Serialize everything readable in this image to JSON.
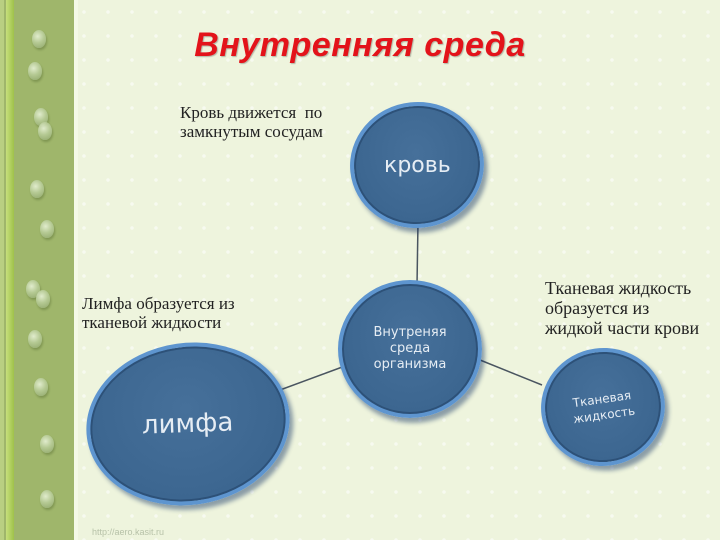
{
  "slide": {
    "title": "Внутренняя среда",
    "footer_url": "http://aero.kasit.ru",
    "colors": {
      "title": "#e3131a",
      "node_fill": "#3c6690",
      "node_border": "#5e95cf",
      "background": "#eef4dd",
      "sidebar": "#9fb66b"
    }
  },
  "diagram": {
    "center": {
      "label": "Внутреняя\nсреда\nорганизма",
      "line1": "Внутреняя",
      "line2": "среда",
      "line3": "организма"
    },
    "nodes": {
      "blood": {
        "label": "кровь"
      },
      "lymph": {
        "label": "лимфа"
      },
      "tissue": {
        "line1": "Тканевая",
        "line2": "жидкость"
      }
    },
    "notes": {
      "blood": {
        "line1": "Кровь движется  по",
        "line2": "замкнутым сосудам"
      },
      "lymph": {
        "line1": "Лимфа образуется из",
        "line2": "тканевой жидкости"
      },
      "tissue": {
        "line1": "Тканевая жидкость",
        "line2": "образуется из",
        "line3": "жидкой части крови"
      }
    }
  }
}
